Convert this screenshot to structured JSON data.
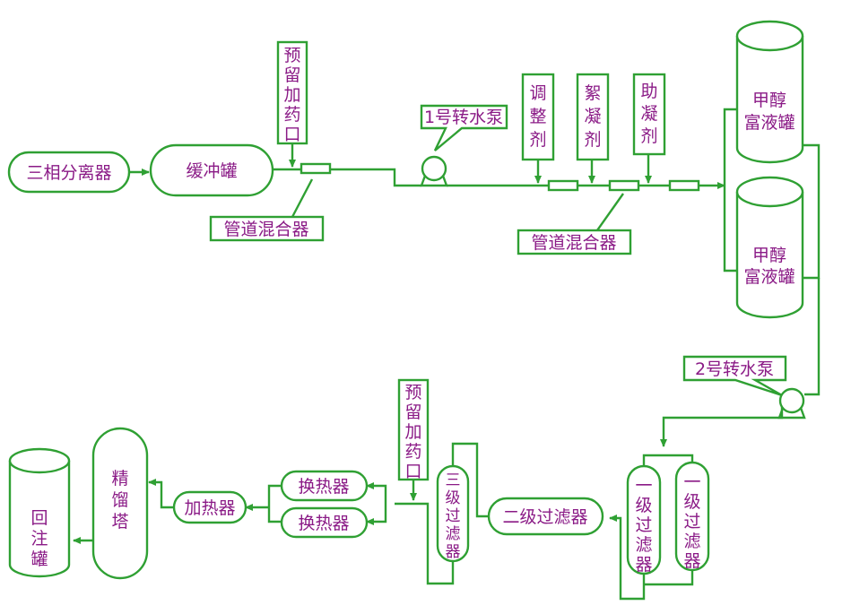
{
  "colors": {
    "line": "#2fa033",
    "text": "#8a1a86",
    "fill": "#ffffff"
  },
  "nodes": {
    "separator": "三相分离器",
    "buffer_tank": "缓冲罐",
    "dosing_port_1": [
      "预",
      "留",
      "加",
      "药",
      "口"
    ],
    "mixer_1": "管道混合器",
    "pump_1": "1号转水泵",
    "regulator": [
      "调",
      "整",
      "剂"
    ],
    "flocculant": [
      "絮",
      "凝",
      "剂"
    ],
    "coagulant_aid": [
      "助",
      "凝",
      "剂"
    ],
    "mixer_2": "管道混合器",
    "methanol_tank_top": [
      "甲醇",
      "富液罐"
    ],
    "methanol_tank_bottom": [
      "甲醇",
      "富液罐"
    ],
    "pump_2": "2号转水泵",
    "filter_1a": [
      "一",
      "级",
      "过",
      "滤",
      "器"
    ],
    "filter_1b": [
      "一",
      "级",
      "过",
      "滤",
      "器"
    ],
    "filter_2": "二级过滤器",
    "filter_3": [
      "三",
      "级",
      "过",
      "滤",
      "器"
    ],
    "dosing_port_2": [
      "预",
      "留",
      "加",
      "药",
      "口"
    ],
    "heat_exchanger_1": "换热器",
    "heat_exchanger_2": "换热器",
    "heater": "加热器",
    "distillation_tower": [
      "精",
      "馏",
      "塔"
    ],
    "reinjection_tank": [
      "回",
      "注",
      "罐"
    ]
  }
}
